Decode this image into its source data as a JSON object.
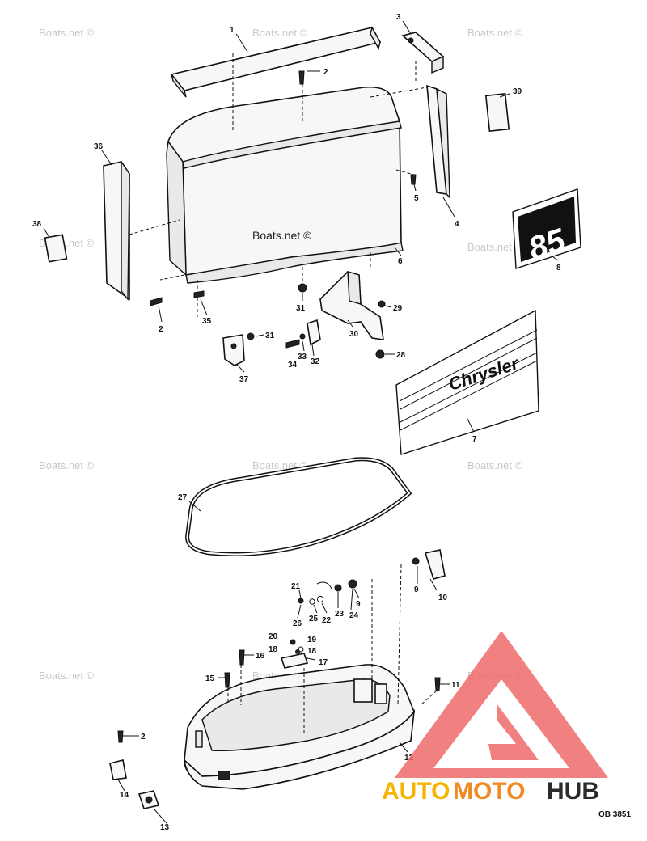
{
  "watermark": "Boats.net ©",
  "decal_85": "85",
  "decal_brand": "Chrysler",
  "drawing_number": "OB 3851",
  "logo": {
    "part1": "AUTO",
    "part2": "MOTO",
    "part3": "HUB",
    "color1": "#f4b400",
    "color2": "#f08a24",
    "color3": "#2b2b2b"
  },
  "colors": {
    "triangle": "#ef6b6b",
    "triangle_inner": "#ffffff"
  },
  "callouts": {
    "c1": "1",
    "c2a": "2",
    "c3": "3",
    "c39": "39",
    "c36": "36",
    "c5": "5",
    "c4": "4",
    "c38": "38",
    "c8": "8",
    "c6": "6",
    "c2b": "2",
    "c35": "35",
    "c31a": "31",
    "c29": "29",
    "c31b": "31",
    "c30": "30",
    "c33": "33",
    "c34": "34",
    "c32": "32",
    "c28": "28",
    "c37": "37",
    "c7": "7",
    "c27": "27",
    "c21": "21",
    "c9a": "9",
    "c9b": "9",
    "c10": "10",
    "c26": "26",
    "c25": "25",
    "c22": "22",
    "c23": "23",
    "c24": "24",
    "c20": "20",
    "c19": "19",
    "c18a": "18",
    "c18b": "18",
    "c16": "16",
    "c17": "17",
    "c15": "15",
    "c11": "11",
    "c2c": "2",
    "c12": "12",
    "c14": "14",
    "c13": "13"
  }
}
